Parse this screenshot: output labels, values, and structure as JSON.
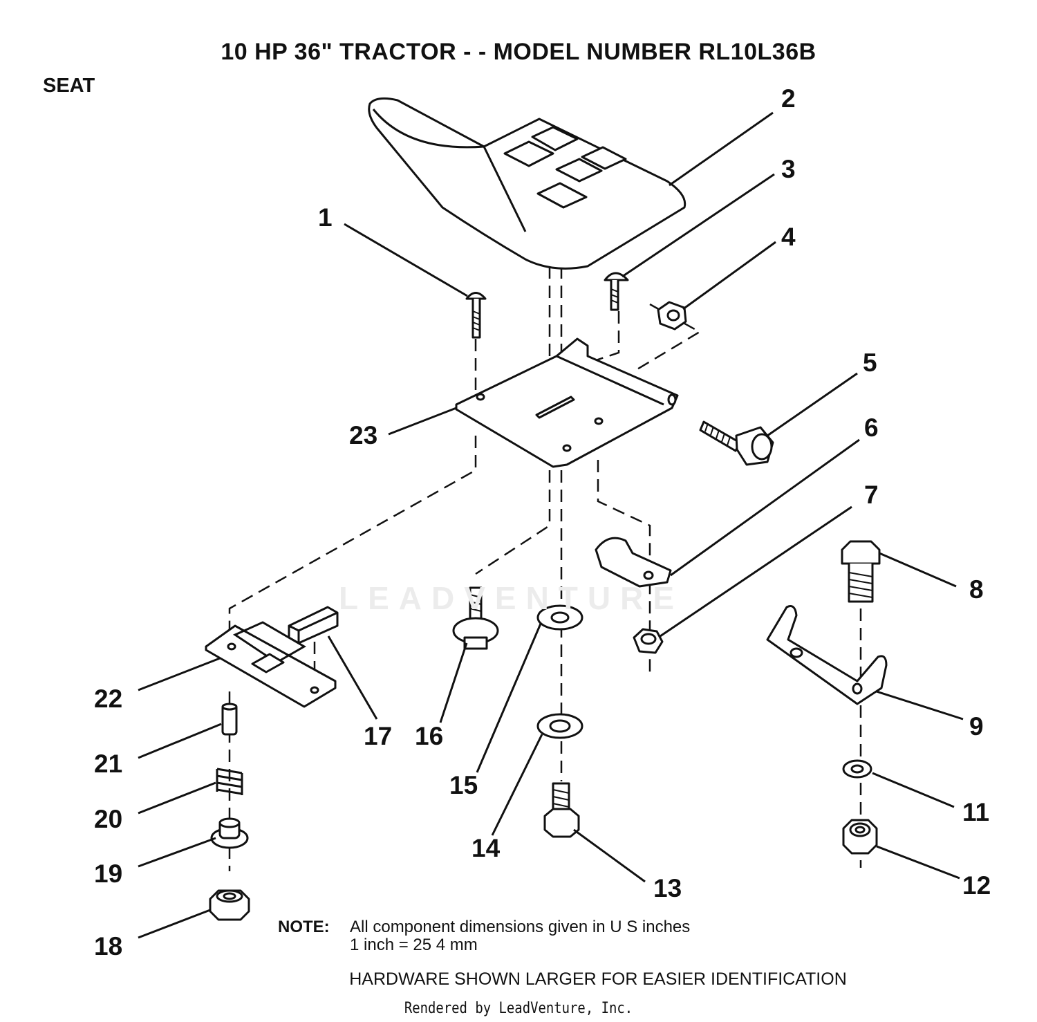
{
  "title": "10 HP 36\" TRACTOR - - MODEL NUMBER RL10L36B",
  "section": "SEAT",
  "watermark": "LEADVENTURE",
  "callouts": {
    "c1": "1",
    "c2": "2",
    "c3": "3",
    "c4": "4",
    "c5": "5",
    "c6": "6",
    "c7": "7",
    "c8": "8",
    "c9": "9",
    "c11": "11",
    "c12": "12",
    "c13": "13",
    "c14": "14",
    "c15": "15",
    "c16": "16",
    "c17": "17",
    "c18": "18",
    "c19": "19",
    "c20": "20",
    "c21": "21",
    "c22": "22",
    "c23": "23"
  },
  "note": {
    "label": "NOTE:",
    "line1": "All component dimensions given in U S  inches",
    "line2": "1 inch = 25 4 mm"
  },
  "hardware_note": "HARDWARE SHOWN LARGER FOR EASIER IDENTIFICATION",
  "rendered_by": "Rendered by LeadVenture, Inc."
}
